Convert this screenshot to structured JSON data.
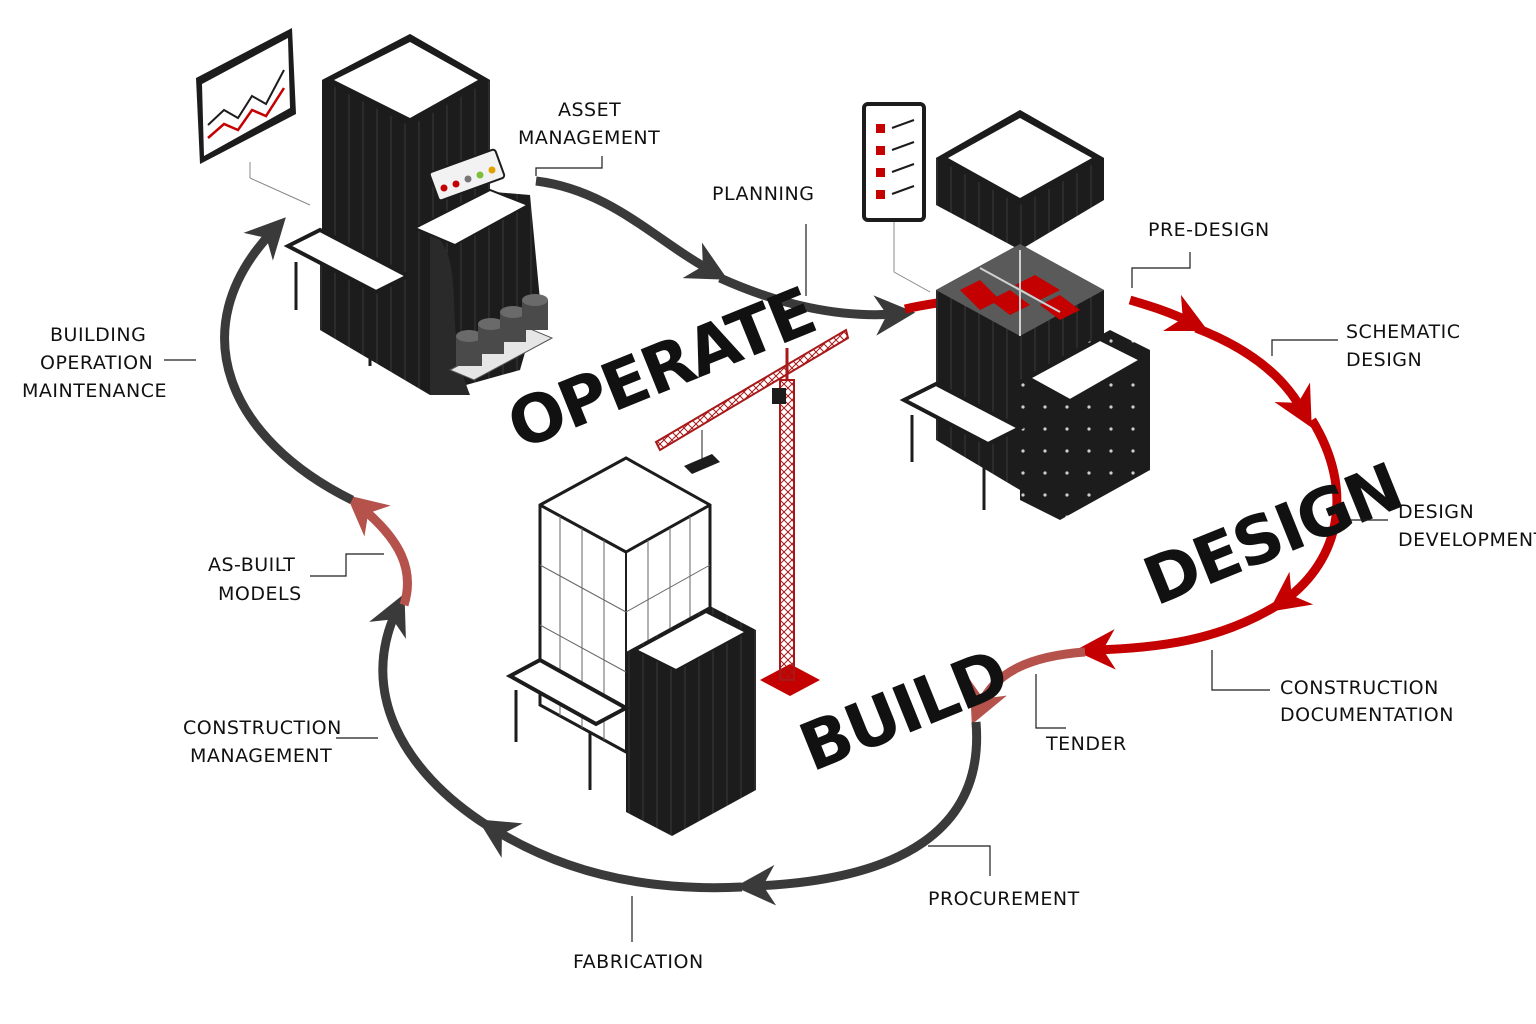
{
  "phases": {
    "operate": "OPERATE",
    "design": "DESIGN",
    "build": "BUILD"
  },
  "labels": {
    "asset_management": [
      "ASSET",
      "MANAGEMENT"
    ],
    "planning": [
      "PLANNING"
    ],
    "pre_design": [
      "PRE-DESIGN"
    ],
    "schematic_design": [
      "SCHEMATIC",
      "DESIGN"
    ],
    "design_development": [
      "DESIGN",
      "DEVELOPMENT"
    ],
    "construction_documentation": [
      "CONSTRUCTION",
      "DOCUMENTATION"
    ],
    "tender": [
      "TENDER"
    ],
    "procurement": [
      "PROCUREMENT"
    ],
    "fabrication": [
      "FABRICATION"
    ],
    "construction_management": [
      "CONSTRUCTION",
      "MANAGEMENT"
    ],
    "as_built_models": [
      "AS-BUILT",
      "MODELS"
    ],
    "building_operation_maintenance": [
      "BUILDING",
      "OPERATION",
      "MAINTENANCE"
    ]
  },
  "colors": {
    "dark_arrow": "#3a3a3a",
    "red_arrow": "#c40000",
    "faded_red_arrow": "#b5524c",
    "building_dark": "#1c1c1c",
    "building_light": "#ffffff",
    "crane": "#a81818"
  },
  "icons": [
    "line-chart-monitor-icon",
    "checklist-clipboard-icon",
    "tower-crane-icon",
    "storage-tanks-icon"
  ]
}
